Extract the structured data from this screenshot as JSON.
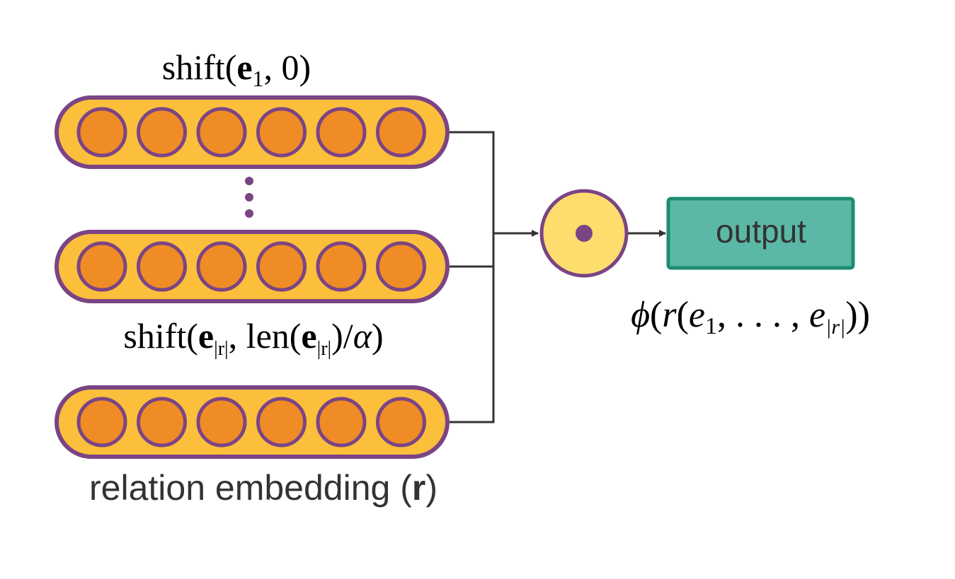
{
  "labels": {
    "top_vector": {
      "prefix": "shift(",
      "bold": "e",
      "sub": "1",
      "suffix": ", 0)"
    },
    "middle_vector": {
      "prefix": "shift(",
      "bold1": "e",
      "sub1": "|r|",
      "mid": ", len(",
      "bold2": "e",
      "sub2": "|r|",
      "close": ")/",
      "alpha": "α",
      "end": ")"
    },
    "relation_vector": {
      "prefix": "relation embedding (",
      "bold": "r",
      "suffix": ")"
    },
    "phi": {
      "phi": "ϕ",
      "open": "(",
      "r": "r",
      "open2": "(",
      "e1": "e",
      "sub1": "1",
      "dots": ", . . . , ",
      "e2": "e",
      "sub2": "|r|",
      "close": "))"
    },
    "output": "output",
    "ellipsis": "⋮"
  },
  "colors": {
    "vector_fill": "#FBBF3B",
    "vector_stroke": "#7B4485",
    "neuron_fill": "#F08C25",
    "hadamard_fill": "#FEDD6F",
    "output_fill": "#5CB8A6",
    "output_stroke": "#1E8C75",
    "line": "#333333"
  },
  "icons": {
    "hadamard": "hadamard-product-dot-icon",
    "arrow": "arrow-right-icon"
  },
  "neurons_per_vector": 6
}
